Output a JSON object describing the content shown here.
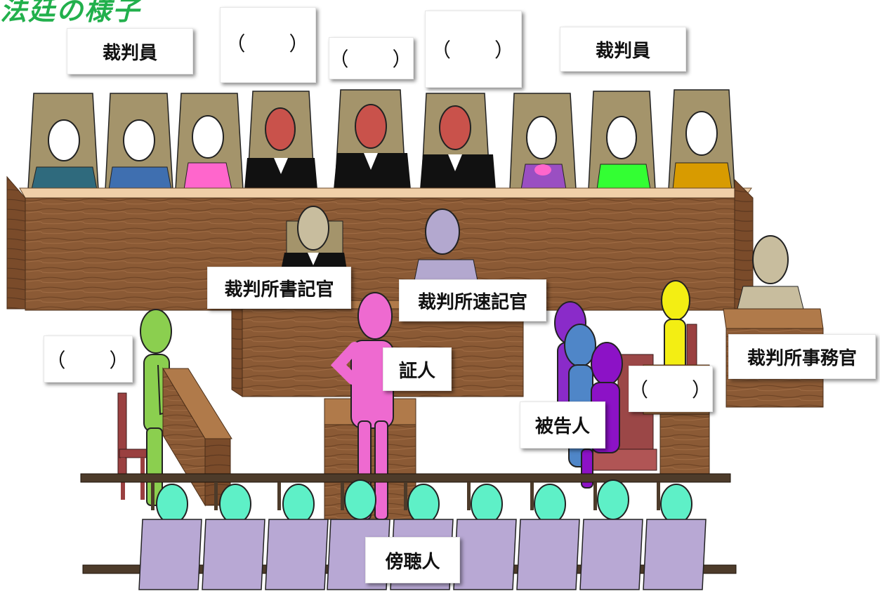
{
  "title": "法廷の様子",
  "labels": {
    "lay_judge_left": "裁判員",
    "blank_1": "（　　）",
    "blank_center": "（　　）",
    "blank_2": "（　　）",
    "lay_judge_right": "裁判員",
    "court_clerk": "裁判所書記官",
    "court_stenographer": "裁判所速記官",
    "blank_left": "（　　）",
    "witness": "証人",
    "defendant": "被告人",
    "blank_right": "（　　）",
    "court_secretary": "裁判所事務官",
    "audience": "傍聴人"
  },
  "colors": {
    "title": "#22b04c",
    "wood": "#8b5a35",
    "bench_top": "#f0cfa8",
    "chair": "#a4946b",
    "judge_face": "#c9524b",
    "robe": "#111111",
    "lay_judge_face": "#ffffff",
    "clerk": "#c8bd9e",
    "stenographer": "#b3a8cf",
    "left_attorney": "#8bcf4f",
    "witness": "#ee6ad0",
    "defendant_1": "#8a2bc9",
    "defendant_2": "#4f86c8",
    "defendant_3": "#8c12c6",
    "officer": "#f3ee13",
    "secretary": "#c8bd9e",
    "audience_head": "#5ef0c7",
    "audience_seat": "#b8a8d4"
  },
  "shirt_colors": [
    "#2f6a7d",
    "#3f6fb0",
    "#ff66cc",
    "#ffffff",
    "#ffffff",
    "#ffffff",
    "#9a4fc2",
    "#33ff33",
    "#d89b00"
  ]
}
